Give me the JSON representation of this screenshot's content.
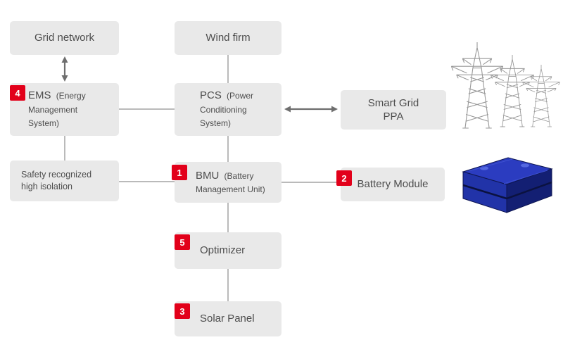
{
  "colors": {
    "box_bg": "#e9e9e9",
    "badge_bg": "#e2001a",
    "text": "#4d4d4d",
    "connector_line": "#a3a3a3",
    "arrow": "#6e6e6e",
    "battery_blue_top": "#2b3cc0",
    "battery_blue_front": "#2133a8",
    "battery_blue_side": "#131f73",
    "tower_gray": "#999999"
  },
  "nodes": {
    "grid_network": {
      "label": "Grid network"
    },
    "wind_firm": {
      "label": "Wind firm"
    },
    "ems": {
      "abbr": "EMS",
      "detail": "(Energy Management System)",
      "badge": "4"
    },
    "pcs": {
      "abbr": "PCS",
      "detail": "(Power Conditioning System)"
    },
    "smart_grid_ppa": {
      "label": "Smart Grid PPA"
    },
    "safety": {
      "label": "Safety recognized high isolation"
    },
    "bmu": {
      "abbr": "BMU",
      "detail": "(Battery Management Unit)",
      "badge": "1"
    },
    "battery_module": {
      "label": "Battery Module",
      "badge": "2"
    },
    "optimizer": {
      "label": "Optimizer",
      "badge": "5"
    },
    "solar_panel": {
      "label": "Solar Panel",
      "badge": "3"
    }
  },
  "illustrations": {
    "towers": "transmission-towers",
    "battery": "battery-module"
  }
}
